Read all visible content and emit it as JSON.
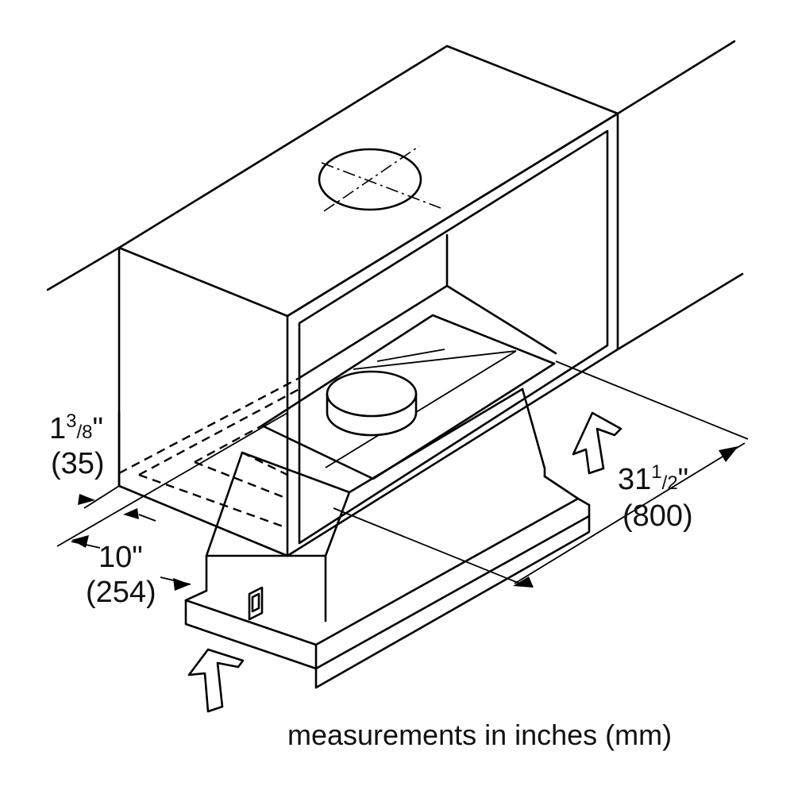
{
  "figure": {
    "caption": "measurements in inches (mm)",
    "dimensions": [
      {
        "name": "lip-offset",
        "whole": "1",
        "num": "3",
        "den": "8",
        "unit": "\"",
        "mm": "(35)"
      },
      {
        "name": "front-setback",
        "whole": "10",
        "num": "",
        "den": "",
        "unit": "\"",
        "mm": "(254)"
      },
      {
        "name": "cutout-width",
        "whole": "31",
        "num": "1",
        "den": "2",
        "unit": "\"",
        "mm": "(800)"
      }
    ]
  }
}
